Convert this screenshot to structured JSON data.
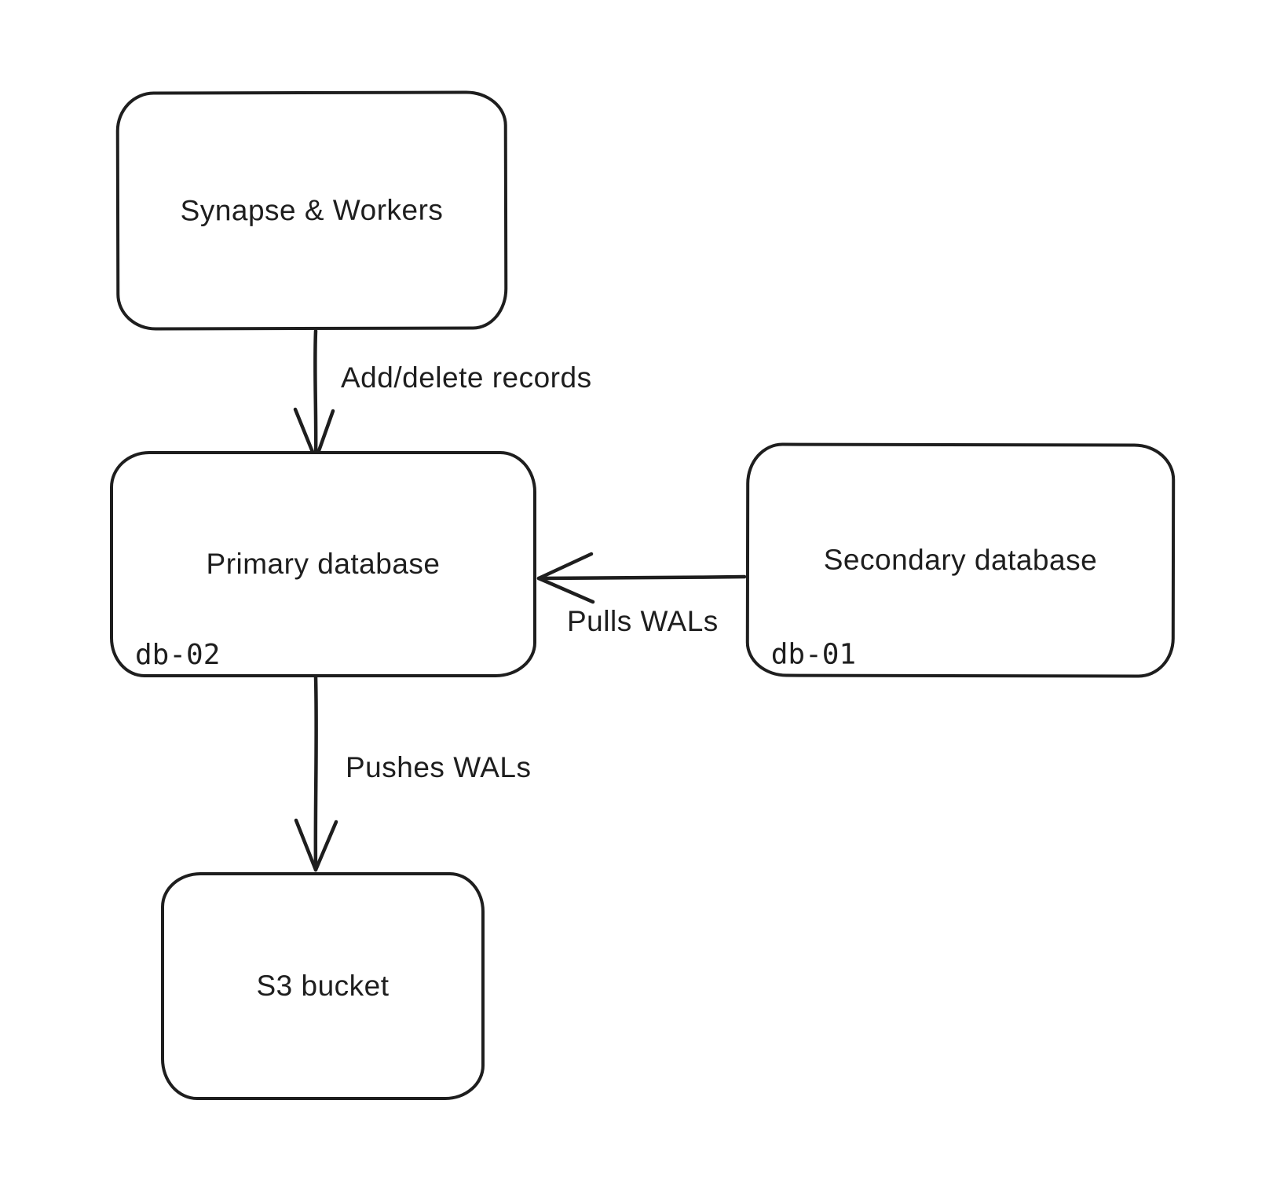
{
  "diagram": {
    "style": {
      "stroke_color": "#1e1e1e",
      "background_color": "#ffffff"
    },
    "nodes": [
      {
        "id": "synapse-workers",
        "label": "Synapse & Workers"
      },
      {
        "id": "primary-database",
        "label": "Primary database",
        "sublabel": "db-02"
      },
      {
        "id": "secondary-database",
        "label": "Secondary database",
        "sublabel": "db-01"
      },
      {
        "id": "s3-bucket",
        "label": "S3 bucket"
      }
    ],
    "edges": [
      {
        "from": "synapse-workers",
        "to": "primary-database",
        "label": "Add/delete records",
        "direction": "down"
      },
      {
        "from": "secondary-database",
        "to": "primary-database",
        "label": "Pulls WALs",
        "direction": "left"
      },
      {
        "from": "primary-database",
        "to": "s3-bucket",
        "label": "Pushes WALs",
        "direction": "down"
      }
    ]
  }
}
